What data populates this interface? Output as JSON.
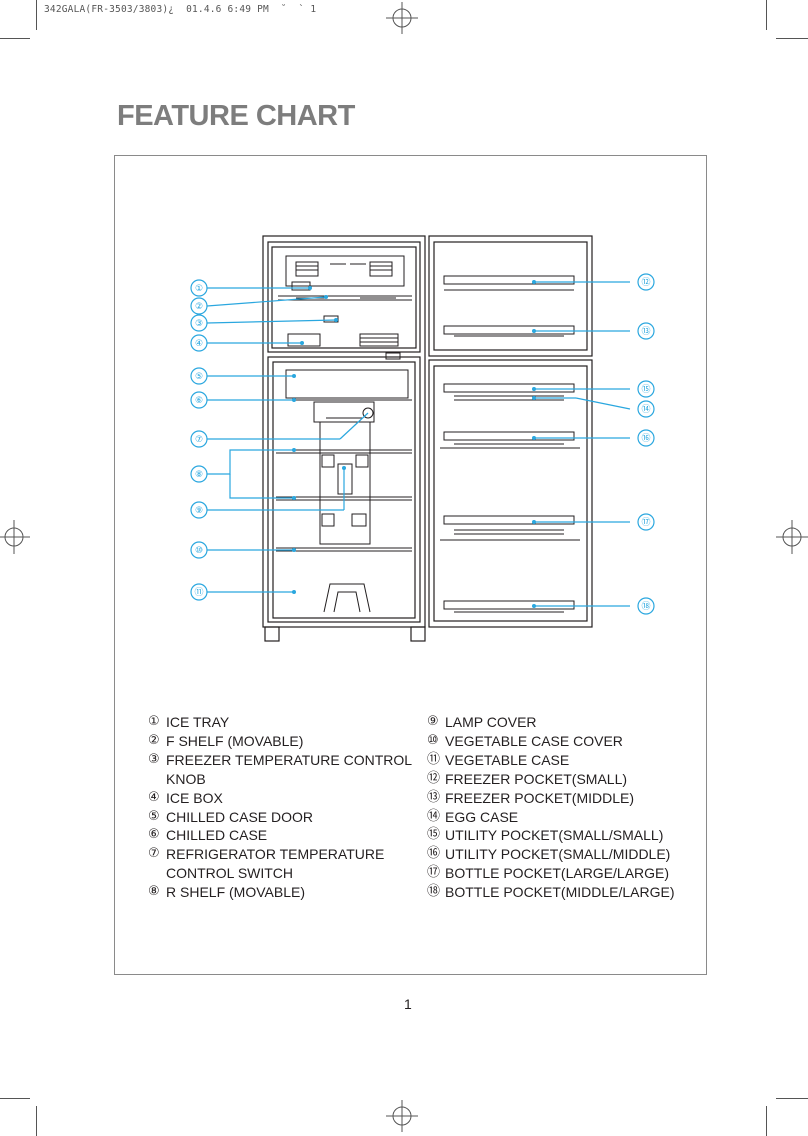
{
  "print_header": "342GALA(FR-3503/3803)¿  01.4.6 6:49 PM  ˘  ` 1",
  "title": "FEATURE CHART",
  "page_number": "1",
  "markers": [
    "①",
    "②",
    "③",
    "④",
    "⑤",
    "⑥",
    "⑦",
    "⑧",
    "⑨",
    "⑩",
    "⑪",
    "⑫",
    "⑬",
    "⑭",
    "⑮",
    "⑯",
    "⑰",
    "⑱"
  ],
  "legend_left": [
    {
      "num": "①",
      "text": "ICE TRAY"
    },
    {
      "num": "②",
      "text": "F SHELF (MOVABLE)"
    },
    {
      "num": "③",
      "text": "FREEZER TEMPERATURE CONTROL KNOB"
    },
    {
      "num": "④",
      "text": "ICE BOX"
    },
    {
      "num": "⑤",
      "text": "CHILLED CASE DOOR"
    },
    {
      "num": "⑥",
      "text": "CHILLED CASE"
    },
    {
      "num": "⑦",
      "text": "REFRIGERATOR TEMPERATURE CONTROL SWITCH"
    },
    {
      "num": "⑧",
      "text": "R SHELF (MOVABLE)"
    }
  ],
  "legend_right": [
    {
      "num": "⑨",
      "text": "LAMP COVER"
    },
    {
      "num": "⑩",
      "text": "VEGETABLE CASE COVER"
    },
    {
      "num": "⑪",
      "text": "VEGETABLE CASE"
    },
    {
      "num": "⑫",
      "text": "FREEZER POCKET(SMALL)"
    },
    {
      "num": "⑬",
      "text": "FREEZER POCKET(MIDDLE)"
    },
    {
      "num": "⑭",
      "text": "EGG CASE"
    },
    {
      "num": "⑮",
      "text": "UTILITY POCKET(SMALL/SMALL)"
    },
    {
      "num": "⑯",
      "text": "UTILITY POCKET(SMALL/MIDDLE)"
    },
    {
      "num": "⑰",
      "text": "BOTTLE POCKET(LARGE/LARGE)"
    },
    {
      "num": "⑱",
      "text": "BOTTLE POCKET(MIDDLE/LARGE)"
    }
  ],
  "colors": {
    "callout": "#2aa7df",
    "title": "#7d7d7d",
    "line": "#231f20"
  }
}
